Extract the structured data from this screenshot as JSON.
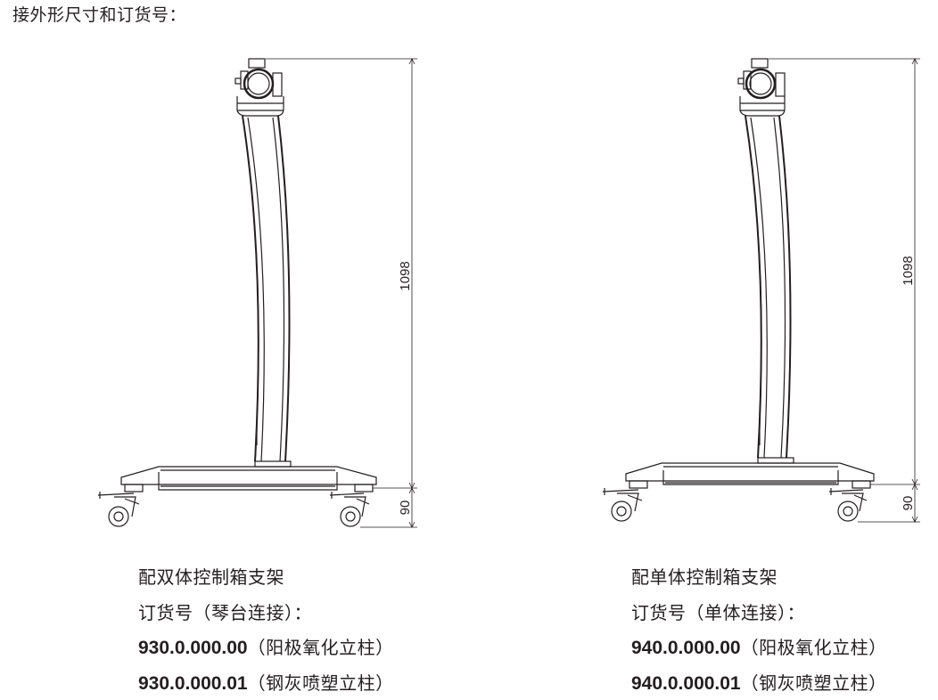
{
  "heading": "接外形尺寸和订货号：",
  "dimensions": {
    "height": "1098",
    "base_height": "90"
  },
  "products": [
    {
      "name": "配双体控制箱支架",
      "order_label": "订货号（琴台连接）：",
      "orders": [
        {
          "code": "930.0.000.00",
          "desc": "（阳极氧化立柱）"
        },
        {
          "code": "930.0.000.01",
          "desc": "（钢灰喷塑立柱）"
        }
      ]
    },
    {
      "name": "配单体控制箱支架",
      "order_label": "订货号（单体连接）：",
      "orders": [
        {
          "code": "940.0.000.00",
          "desc": "（阳极氧化立柱）"
        },
        {
          "code": "940.0.000.01",
          "desc": "（钢灰喷塑立柱）"
        }
      ]
    }
  ]
}
